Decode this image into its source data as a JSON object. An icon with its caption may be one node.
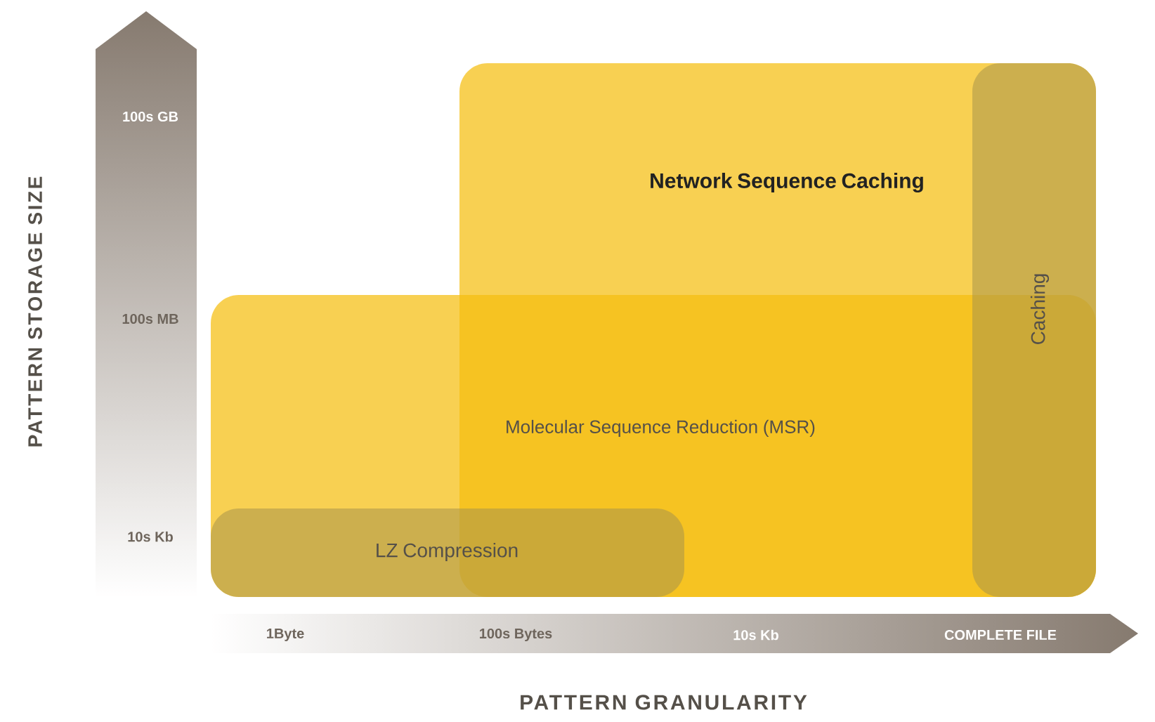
{
  "diagram": {
    "nodes": [
      {
        "text": [
          "Network Sequence Caching"
        ]
      },
      {
        "text": [
          "Molecular Sequence Reduction (MSR)"
        ]
      },
      {
        "text": [
          "LZ Compression"
        ],
        "in": 1
      },
      {
        "text": [
          "Caching"
        ],
        "in": 0
      }
    ],
    "labels": [
      "PATTERN STORAGE SIZE",
      "100s GB",
      "100s MB",
      "10s Kb",
      "1Byte",
      "100s Bytes",
      "10s Kb",
      "COMPLETE FILE",
      "PATTERN GRANULARITY"
    ]
  }
}
